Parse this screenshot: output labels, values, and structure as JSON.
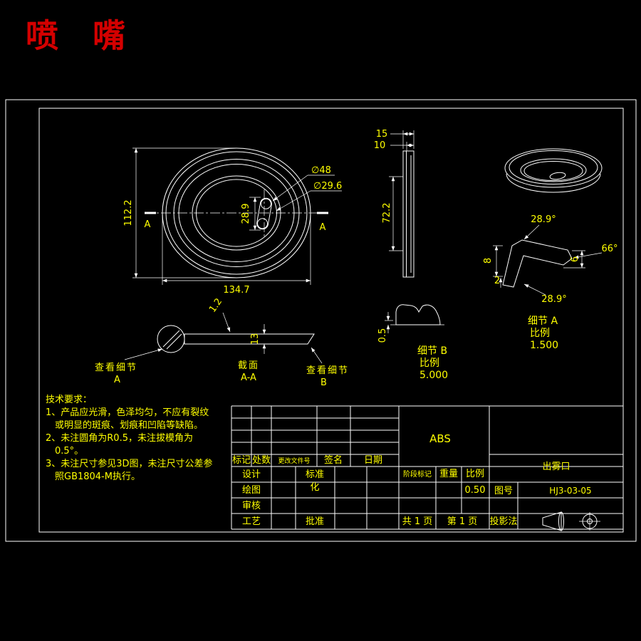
{
  "title": {
    "text": "喷 嘴"
  },
  "front_view": {
    "dim_dia_outer": "∅48",
    "dim_dia_inner": "∅29.6",
    "dim_slot": "28.9",
    "dim_height": "112.2",
    "dim_width": "134.7",
    "section_label_left": "A",
    "section_label_right": "A"
  },
  "side_view": {
    "dim_top1": "15",
    "dim_top2": "10",
    "dim_height": "72.2"
  },
  "detail_a": {
    "dim_angle_top": "28.9°",
    "dim_angle_right": "66°",
    "dim_left": "8",
    "dim_right": "6",
    "dim_small": "2",
    "dim_angle_bottom": "28.9°",
    "label_line1": "细节 A",
    "label_line2": "比例",
    "label_line3": "1.500"
  },
  "section_aa": {
    "dim_thickness": "1.2",
    "dim_width": "13",
    "callout_a_line1": "查看细节",
    "callout_a_line2": "A",
    "label_line1": "截面",
    "label_line2": "A-A",
    "callout_b_line1": "查看细节",
    "callout_b_line2": "B"
  },
  "detail_b": {
    "dim": "0.5",
    "label_line1": "细节 B",
    "label_line2": "比例",
    "label_line3": "5.000"
  },
  "tech_req": {
    "heading": "技术要求：",
    "line1": "1、产品应光滑，色泽均匀，不应有裂纹",
    "line2": "或明显的斑痕、划痕和凹陷等缺陷。",
    "line3": "2、未注圆角为R0.5，未注拔模角为",
    "line4": "0.5°。",
    "line5": "3、未注尺寸参见3D图，未注尺寸公差参",
    "line6": "照GB1804-M执行。"
  },
  "title_block": {
    "material": "ABS",
    "part_name": "出雾口",
    "col_mark": "标记",
    "col_count": "处数",
    "col_change_doc": "更改文件号",
    "col_sign": "签名",
    "col_date": "日期",
    "row_design": "设计",
    "row_draw": "绘图",
    "row_check": "审核",
    "row_process": "工艺",
    "std_line1": "标准",
    "std_line2": "化",
    "approve": "批准",
    "stage_mark": "阶段标记",
    "weight": "重量",
    "scale": "比例",
    "scale_value": "0.50",
    "drawing_no_label": "图号",
    "drawing_no": "HJ3-03-05",
    "sheet_total": "共 1 页",
    "sheet_no": "第 1 页",
    "projection_label": "投影法"
  }
}
